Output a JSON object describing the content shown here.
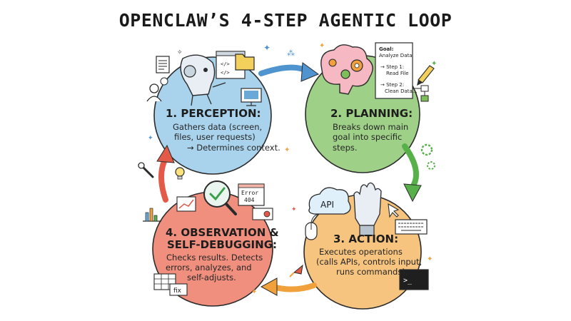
{
  "title": "OPENCLAW’S 4-STEP AGENTIC LOOP",
  "steps": [
    {
      "title": "1. PERCEPTION:",
      "lines": [
        "Gathers data (screen,",
        "files, user requests)",
        "→ Determines context."
      ],
      "color": "#a9d3ec"
    },
    {
      "title": "2. PLANNING:",
      "lines": [
        "Breaks down main",
        "goal into specific",
        "steps."
      ],
      "color": "#9fd088"
    },
    {
      "title": "3. ACTION:",
      "lines": [
        "Executes operations",
        "(calls APIs, controls input,",
        "runs commands)."
      ],
      "color": "#f7c47f"
    },
    {
      "title_lines": [
        "4. OBSERVATION &",
        "SELF-DEBUGGING:"
      ],
      "lines": [
        "Checks results. Detects",
        "errors, analyzes, and",
        "self-adjusts."
      ],
      "color": "#f08f7e"
    }
  ],
  "planning_note": {
    "goal_label": "Goal:",
    "goal_text": "Analyze Data",
    "step1_label": "→ Step 1:",
    "step1_text": "Read File",
    "step2_label": "→ Step 2:",
    "step2_text": "Clean Data..."
  },
  "icons": {
    "code_glyph_1": "</>",
    "code_glyph_2": "</>",
    "api_label": "API",
    "error_label_1": "Error",
    "error_label_2": "404",
    "fix_label": "fix",
    "terminal_prompt": ">_"
  },
  "colors": {
    "arrow_blue": "#4f93cf",
    "arrow_green": "#58b04a",
    "arrow_orange": "#f0a13c",
    "arrow_red": "#e35a48",
    "ink": "#1c1c1c"
  }
}
